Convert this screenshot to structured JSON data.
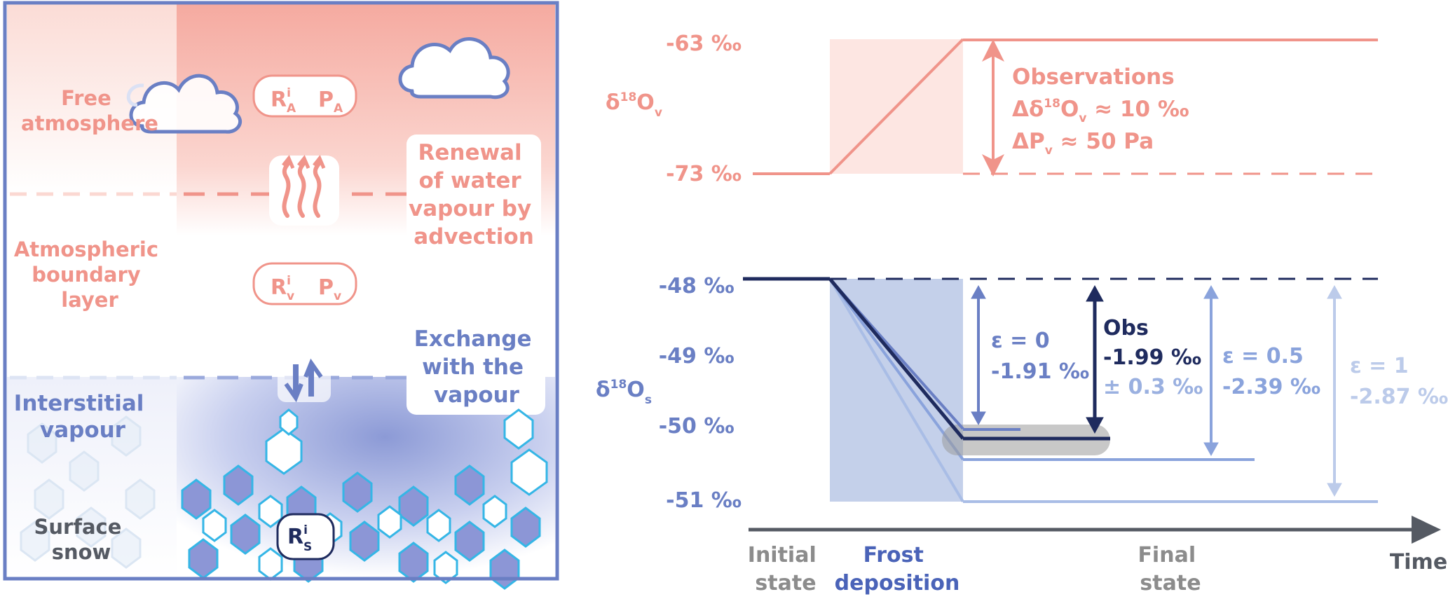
{
  "colors": {
    "salmon": "#f0948a",
    "salmon_light": "#f8c9c2",
    "blue": "#6a7fc4",
    "blue_light": "#a9bde6",
    "blue_fill": "#c4d0ea",
    "navy": "#1f2b5e",
    "cyan": "#35b6e6",
    "gray_text": "#555a63"
  },
  "left_panel": {
    "free_atmosphere": [
      "Free",
      "atmosphere"
    ],
    "boundary_layer": [
      "Atmospheric",
      "boundary",
      "layer"
    ],
    "interstitial": [
      "Interstitial",
      "vapour"
    ],
    "surface_snow": [
      "Surface",
      "snow"
    ],
    "renewal": [
      "Renewal",
      "of water",
      "vapour by",
      "advection"
    ],
    "exchange": [
      "Exchange",
      "with the",
      "vapour"
    ],
    "box_RA": {
      "R": "R",
      "sup": "i",
      "sub": "A",
      "P": "P",
      "psub": "A"
    },
    "box_Rv": {
      "R": "R",
      "sup": "i",
      "sub": "v",
      "P": "P",
      "psub": "v"
    },
    "box_Rs": {
      "R": "R",
      "sup": "i",
      "sub": "S"
    },
    "icons": [
      "cloud-icon",
      "cloud-icon",
      "wind-advection-icon",
      "exchange-arrows-icon",
      "snow-crystal-icon"
    ]
  },
  "right_panel": {
    "vapour_axis": {
      "label": "δ",
      "label_sup": "18",
      "label_main": "O",
      "label_sub": "v",
      "ticks": [
        "-63 ‰",
        "-73 ‰"
      ]
    },
    "snow_axis": {
      "label": "δ",
      "label_sup": "18",
      "label_main": "O",
      "label_sub": "s",
      "ticks": [
        "-48 ‰",
        "-49 ‰",
        "-50 ‰",
        "-51 ‰"
      ]
    },
    "observations": {
      "title": "Observations",
      "line1_pre": "Δδ",
      "line1_sup": "18",
      "line1_main": "O",
      "line1_sub": "v",
      "line1_val": " ≈ 10 ‰",
      "line2_pre": "ΔP",
      "line2_sub": "v",
      "line2_val": " ≈ 50 Pa"
    },
    "annotations": {
      "eps0": [
        "ε = 0",
        "-1.91 ‰"
      ],
      "obs": [
        "Obs",
        "-1.99 ‰",
        "± 0.3 ‰"
      ],
      "eps05": [
        "ε = 0.5",
        "-2.39 ‰"
      ],
      "eps1": [
        "ε = 1",
        "-2.87 ‰"
      ]
    },
    "time_axis": {
      "initial": [
        "Initial",
        "state"
      ],
      "frost": [
        "Frost",
        "deposition"
      ],
      "final": [
        "Final",
        "state"
      ],
      "time": "Time"
    }
  },
  "chart_data": {
    "type": "line",
    "x_stages": [
      "Initial state",
      "Frost deposition",
      "Final state"
    ],
    "vapour_series": {
      "start": -73,
      "end": -63,
      "unit": "‰"
    },
    "snow_series": [
      {
        "name": "ε = 0",
        "start": -48,
        "end": -50.04,
        "change": -1.91
      },
      {
        "name": "Obs",
        "start": -48,
        "end": -50.15,
        "change": -1.99,
        "uncertainty": 0.3
      },
      {
        "name": "ε = 0.5",
        "start": -48,
        "end": -50.47,
        "change": -2.39
      },
      {
        "name": "ε = 1",
        "start": -48,
        "end": -51.03,
        "change": -2.87
      }
    ],
    "snow_ylim": [
      -51,
      -48
    ],
    "vapour_ylim": [
      -73,
      -63
    ]
  }
}
